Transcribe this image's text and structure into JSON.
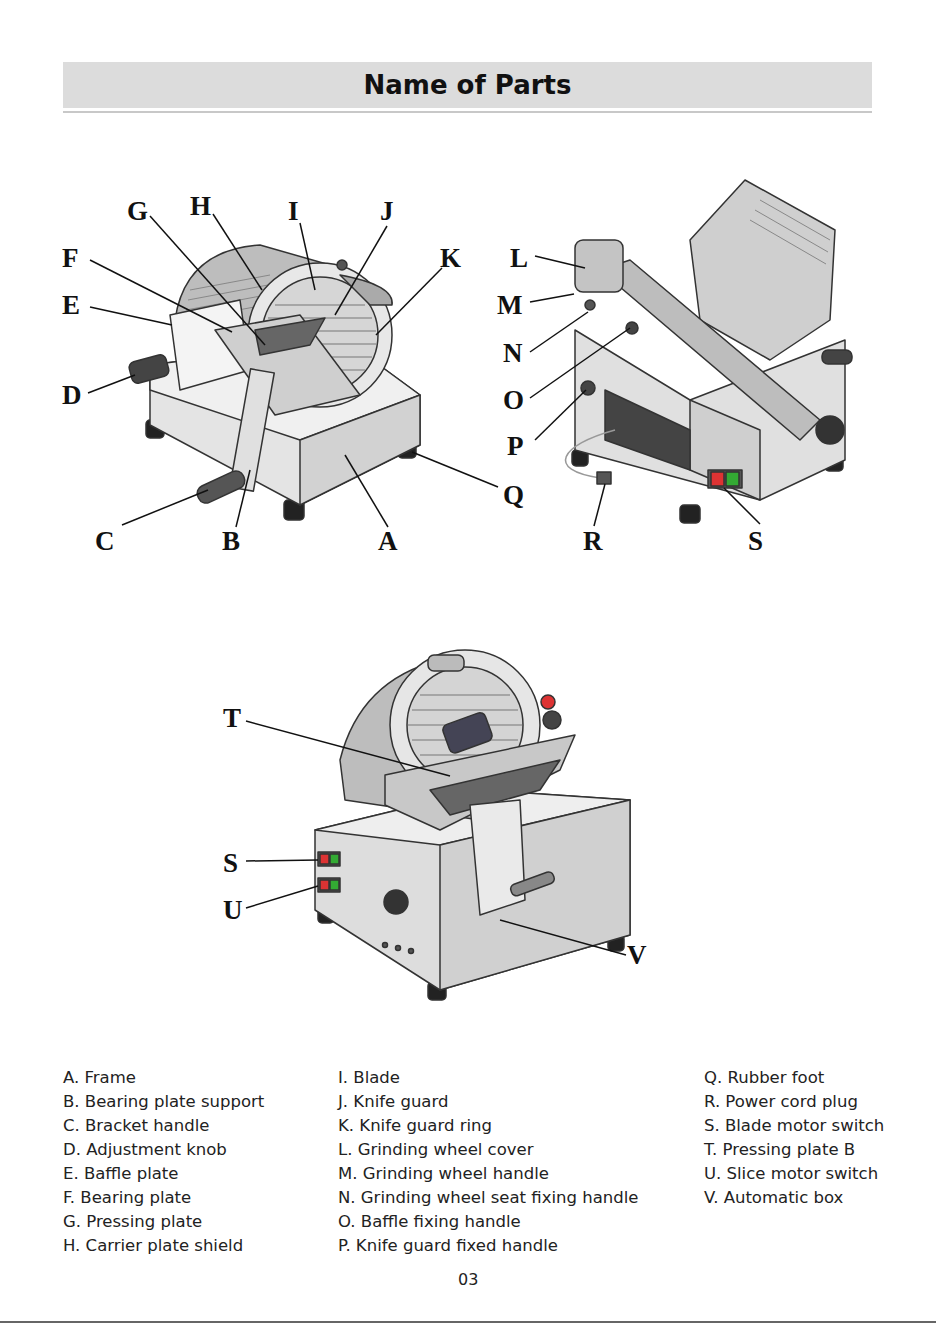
{
  "diagram": {
    "title": "Name of Parts",
    "labels": [
      "G",
      "H",
      "I",
      "J",
      "F",
      "K",
      "E",
      "D",
      "Q",
      "C",
      "B",
      "A",
      "L",
      "M",
      "N",
      "O",
      "P",
      "R",
      "S",
      "T",
      "S",
      "U",
      "V",
      "A. Frame",
      "B. Bearing plate support",
      "C. Bracket handle",
      "D. Adjustment knob",
      "E. Baffle plate",
      "F. Bearing plate",
      "G. Pressing plate",
      "H. Carrier plate shield",
      "I. Blade",
      "J. Knife guard",
      "K. Knife guard ring",
      "L. Grinding wheel cover",
      "M. Grinding wheel handle",
      "N. Grinding wheel seat fixing handle",
      "O. Baffle fixing handle",
      "P. Knife guard fixed handle",
      "Q. Rubber foot",
      "R. Power cord plug",
      "S. Blade motor switch",
      "T. Pressing plate B",
      "U. Slice motor switch",
      "V. Automatic box",
      "03"
    ]
  }
}
